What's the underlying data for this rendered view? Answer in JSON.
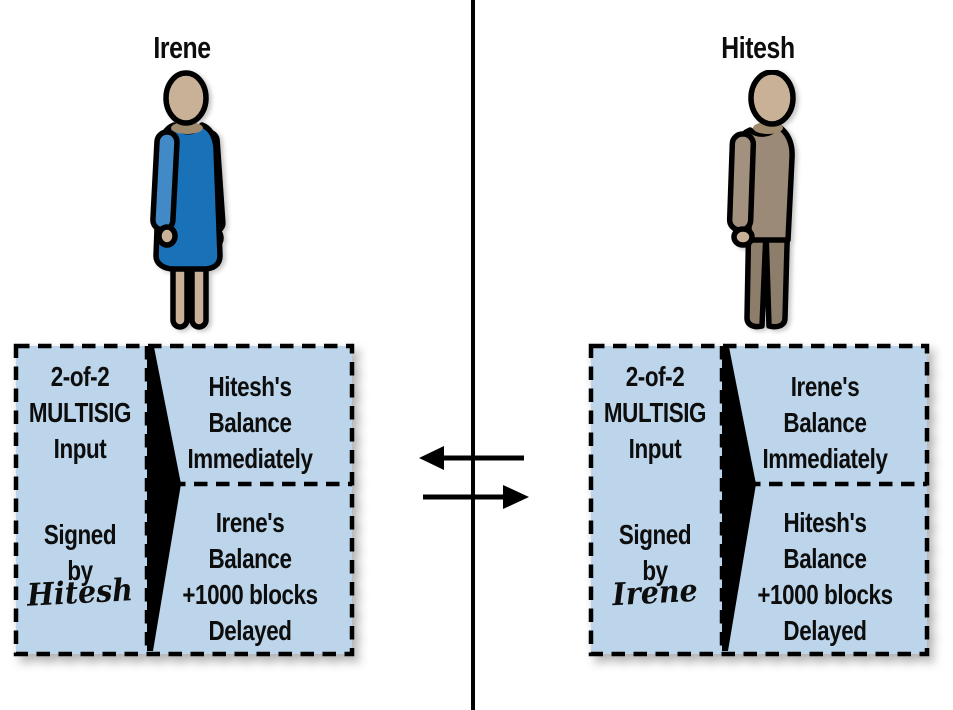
{
  "colors": {
    "text": "#0d0d0d",
    "outline": "#000000",
    "box_fill": "#bcd5ea",
    "skin": "#c8b197",
    "skin_shadow": "#a08a6e",
    "irene_dress": "#1971b8",
    "irene_dress_light": "#4189c7",
    "hitesh_body": "#9b8a77",
    "hitesh_shade": "#8d7d6b",
    "hitesh_arm": "#a39180"
  },
  "left": {
    "person_label": "Irene",
    "box": {
      "input": [
        "2-of-2",
        "MULTISIG",
        "Input"
      ],
      "signed": [
        "Signed",
        "by"
      ],
      "signature": "Hitesh",
      "output_top": [
        "Hitesh's",
        "Balance",
        "Immediately"
      ],
      "output_bottom": [
        "Irene's",
        "Balance",
        "+1000 blocks",
        "Delayed"
      ]
    }
  },
  "right": {
    "person_label": "Hitesh",
    "box": {
      "input": [
        "2-of-2",
        "MULTISIG",
        "Input"
      ],
      "signed": [
        "Signed",
        "by"
      ],
      "signature": "Irene",
      "output_top": [
        "Irene's",
        "Balance",
        "Immediately"
      ],
      "output_bottom": [
        "Hitesh's",
        "Balance",
        "+1000 blocks",
        "Delayed"
      ]
    }
  },
  "middle": {
    "left_arrow_icon": "arrow-left",
    "right_arrow_icon": "arrow-right"
  }
}
